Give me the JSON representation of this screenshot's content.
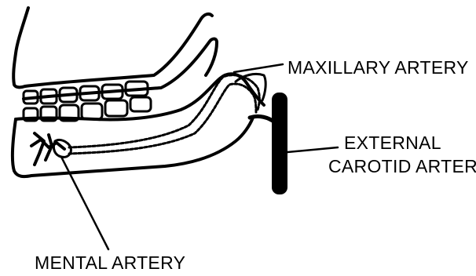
{
  "labels": {
    "maxillary": "MAXILLARY ARTERY",
    "external_line1": "EXTERNAL",
    "external_line2": "CAROTID ARTERY",
    "mental": "MENTAL ARTERY"
  }
}
